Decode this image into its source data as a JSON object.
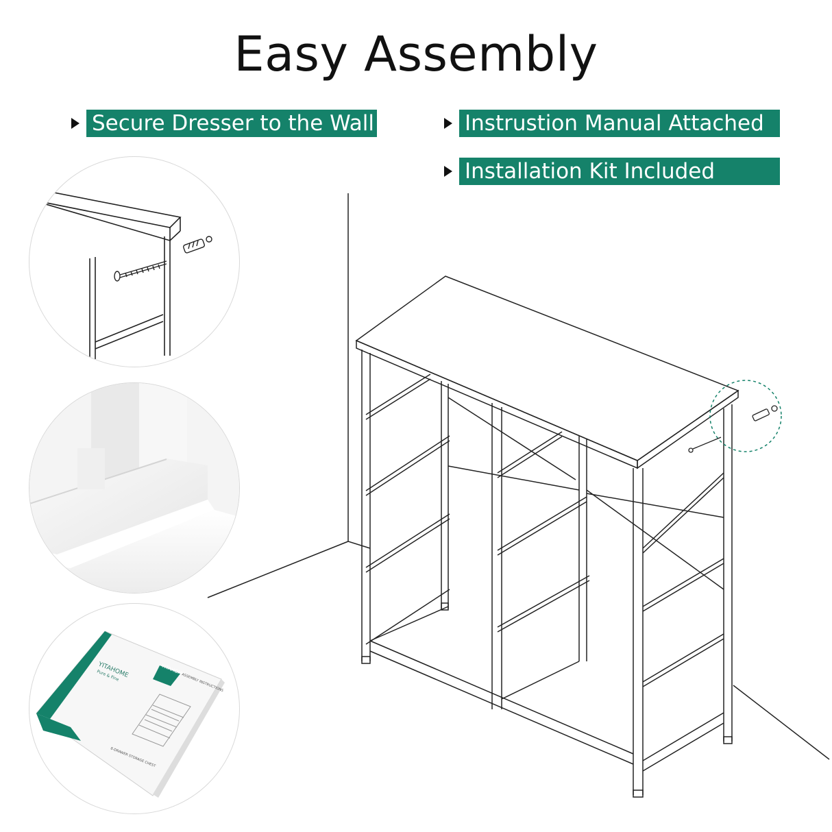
{
  "title": "Easy Assembly",
  "features": [
    {
      "label": "Secure Dresser to the Wall",
      "icon": "triangle-bullet-icon"
    },
    {
      "label": "Instrustion Manual Attached",
      "icon": "triangle-bullet-icon"
    },
    {
      "label": "Installation Kit Included",
      "icon": "triangle-bullet-icon"
    }
  ],
  "colors": {
    "accent": "#15826a",
    "text": "#111111"
  },
  "manual": {
    "brand": "YITAHOME",
    "slogan": "Pure & Fine",
    "spine": "YITAHOME",
    "header": "ASSEMBLY INSTRUCTIONS",
    "footer": "8-DRAWER STORAGE CHEST"
  }
}
